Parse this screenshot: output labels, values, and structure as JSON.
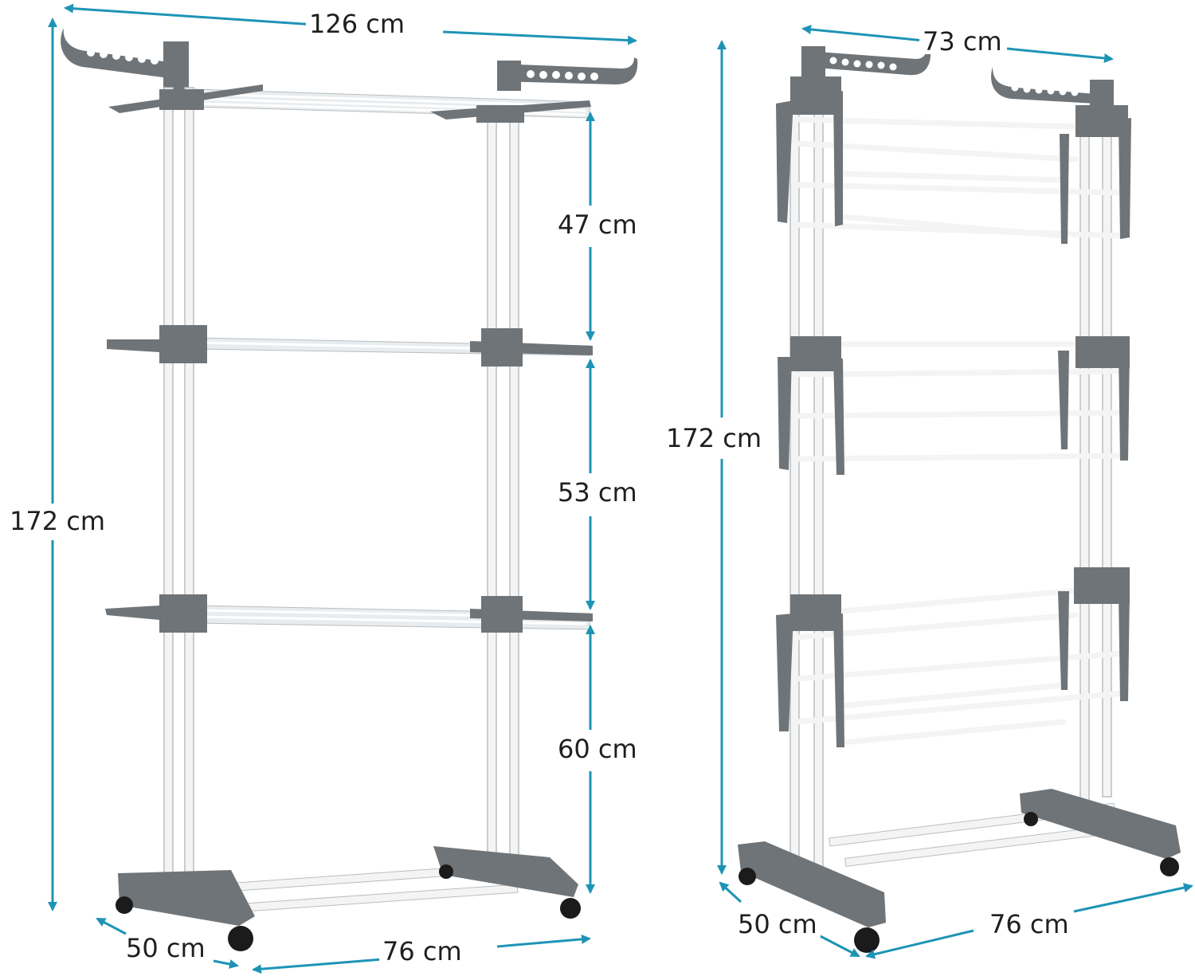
{
  "colors": {
    "frame_grey": "#6f7478",
    "pole_white": "#f4f4f4",
    "pole_edge": "#b9bec2",
    "arrow_teal": "#1e94b5",
    "wheel_black": "#1b1b1b"
  },
  "left_view": {
    "width": "126 cm",
    "height": "172 cm",
    "tier_top": "47 cm",
    "tier_middle": "53 cm",
    "tier_bottom": "60 cm",
    "depth": "50 cm",
    "base_width": "76 cm"
  },
  "right_view": {
    "width": "73 cm",
    "height": "172 cm",
    "depth": "50 cm",
    "base_width": "76 cm"
  }
}
